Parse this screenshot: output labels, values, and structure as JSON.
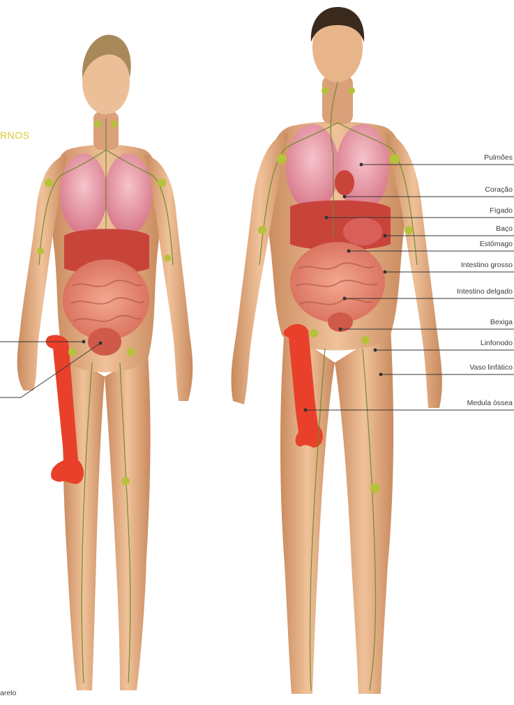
{
  "heading_fragment": "RNOS",
  "legend_fragment": "arelo",
  "colors": {
    "skin": "#e8b48a",
    "skin_shadow": "#c98a5e",
    "organ_pink": "#e88a9a",
    "organ_red": "#c8443a",
    "marrow": "#e8402a",
    "lymph": "#6e8a2e",
    "node": "#b6c23a",
    "hair_woman": "#a88a5a",
    "hair_man": "#3a2a1e",
    "leader_line": "#333333"
  },
  "labels": [
    {
      "id": "pulmoes",
      "text": "Pulmões"
    },
    {
      "id": "coracao",
      "text": "Coração"
    },
    {
      "id": "figado",
      "text": "Fígado"
    },
    {
      "id": "baco",
      "text": "Baço"
    },
    {
      "id": "estomago",
      "text": "Estômago"
    },
    {
      "id": "intestino-grosso",
      "text": "Intestino grosso"
    },
    {
      "id": "intestino-delgado",
      "text": "Intestino delgado"
    },
    {
      "id": "bexiga",
      "text": "Bexiga"
    },
    {
      "id": "linfonodo",
      "text": "Linfonodo"
    },
    {
      "id": "vaso-linfatico",
      "text": "Vaso linfático"
    },
    {
      "id": "medula-ossea",
      "text": "Medula óssea"
    }
  ]
}
